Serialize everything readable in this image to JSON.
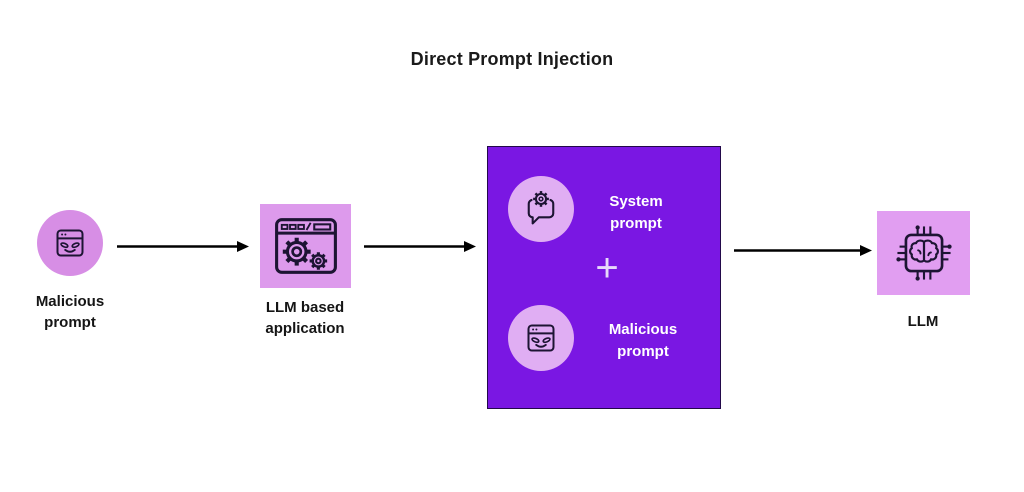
{
  "title": "Direct Prompt Injection",
  "diagram": {
    "source_node": {
      "label": "Malicious prompt",
      "shape": "circle",
      "icon": "malicious-browser-icon"
    },
    "app_node": {
      "label": "LLM based application",
      "shape": "square",
      "icon": "browser-gears-icon"
    },
    "combination_box": {
      "system_prompt": {
        "label": "System prompt",
        "icon": "chat-bubble-gear-icon"
      },
      "operator": "+",
      "malicious_prompt": {
        "label": "Malicious prompt",
        "icon": "malicious-browser-icon"
      }
    },
    "llm_node": {
      "label": "LLM",
      "shape": "square",
      "icon": "ai-chip-brain-icon"
    },
    "arrows": [
      {
        "from": "source_node",
        "to": "app_node",
        "direction": "right"
      },
      {
        "from": "app_node",
        "to": "combination_box",
        "direction": "right"
      },
      {
        "from": "combination_box",
        "to": "llm_node",
        "direction": "right"
      }
    ]
  },
  "colors": {
    "canvas_background": "#ffffff",
    "title_text": "#1a1a1a",
    "label_text": "#151515",
    "accent_purple": "#7a17e3",
    "box_border": "#22094a",
    "pink_circle": "#d78ee5",
    "pink_square": "#dd9aec",
    "pale_inner_circle": "#e0aef3",
    "icon_stroke": "#1d1433",
    "arrow": "#000000",
    "box_label_text": "#ffffff",
    "plus_sign": "#e7d9fa"
  }
}
